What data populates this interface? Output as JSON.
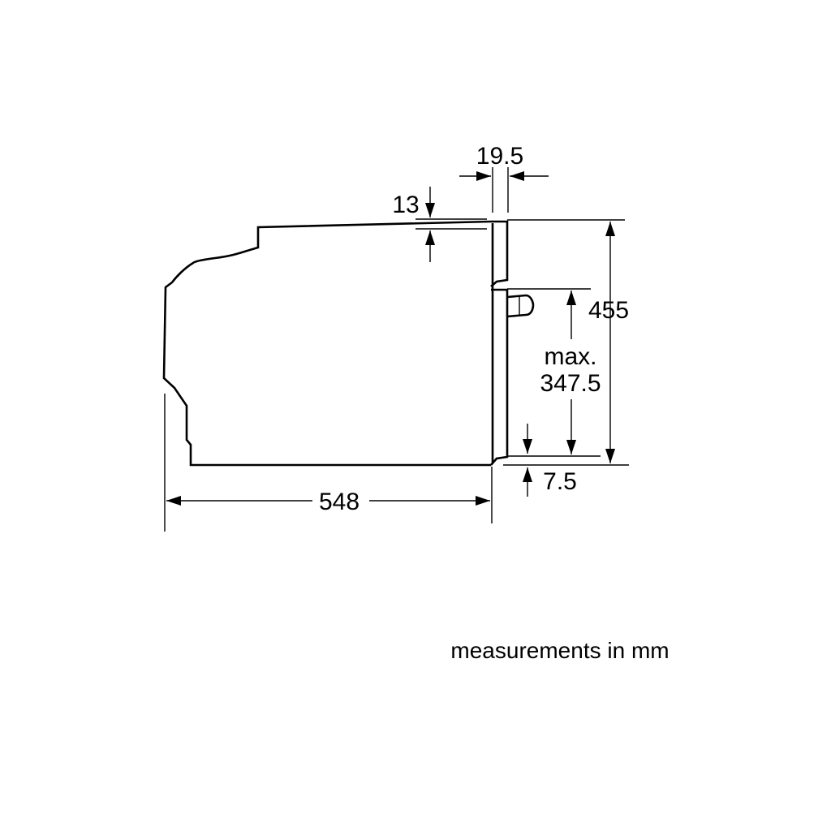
{
  "dimensions": {
    "total_depth": "548",
    "total_height": "455",
    "max_label": "max.",
    "opening_height": "347.5",
    "front_panel_thickness": "19.5",
    "top_offset": "13",
    "bottom_offset": "7.5"
  },
  "units_note": "measurements in mm",
  "colors": {
    "line": "#000000",
    "background": "#ffffff"
  }
}
